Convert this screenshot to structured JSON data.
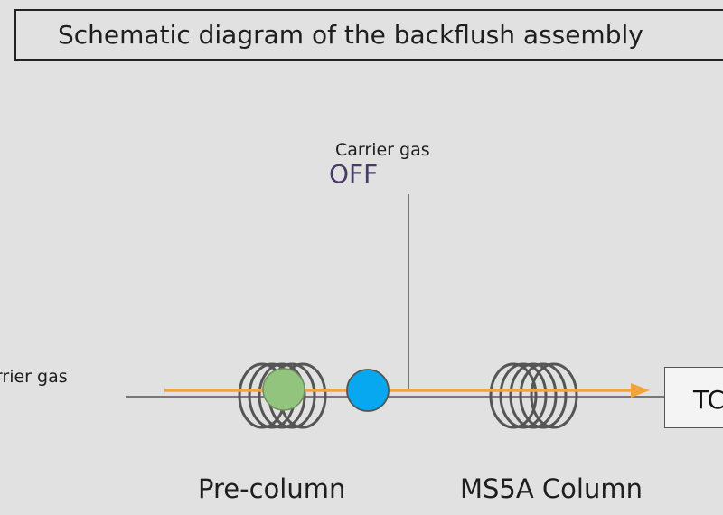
{
  "title": "Schematic diagram of the backflush assembly",
  "carrier_gas_top": {
    "label": "Carrier gas",
    "state": "OFF"
  },
  "carrier_gas_left": {
    "label": "Carrier gas"
  },
  "components": {
    "pre_column": "Pre-column",
    "ms5a_column": "MS5A Column",
    "detector": "TCD"
  },
  "colors": {
    "background": "#e1e1e1",
    "flow_arrow": "#f2a43c",
    "green_marker": "#93c47d",
    "blue_marker": "#08a8f0",
    "coil": "#555555",
    "off_text": "#4a3a6a"
  }
}
